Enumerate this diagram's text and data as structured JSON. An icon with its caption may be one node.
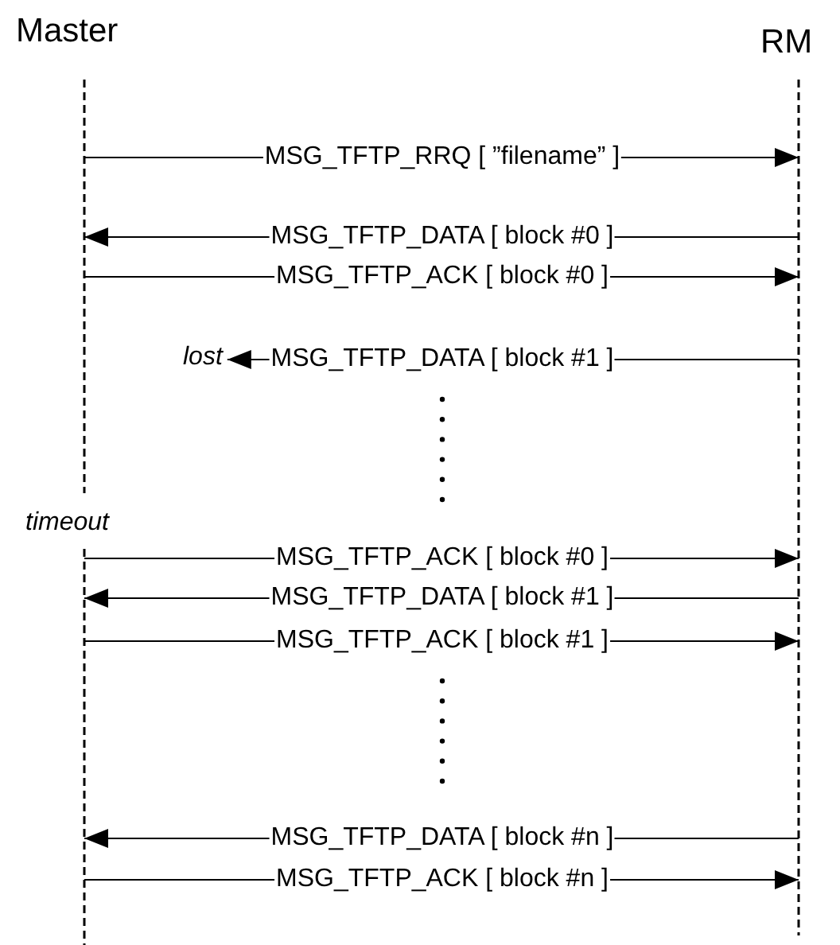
{
  "diagram": {
    "nodes": [
      {
        "text": [
          "Master"
        ]
      },
      {
        "text": [
          "RM"
        ]
      },
      {
        "text": [
          "lost"
        ]
      }
    ],
    "edges": [
      {
        "from": 0,
        "to": 1,
        "arrow": "to",
        "label": "MSG_TFTP_RRQ [ ”filename” ]"
      },
      {
        "from": 1,
        "to": 0,
        "arrow": "to",
        "label": "MSG_TFTP_DATA [ block #0 ]"
      },
      {
        "from": 0,
        "to": 1,
        "arrow": "to",
        "label": "MSG_TFTP_ACK [ block #0 ]"
      },
      {
        "from": 1,
        "to": 2,
        "arrow": "to",
        "label": "MSG_TFTP_DATA [ block #1 ]"
      },
      {
        "from": 0,
        "to": 1,
        "arrow": "to",
        "label": "MSG_TFTP_ACK [ block #0 ]"
      },
      {
        "from": 1,
        "to": 0,
        "arrow": "to",
        "label": "MSG_TFTP_DATA [ block #1 ]"
      },
      {
        "from": 0,
        "to": 1,
        "arrow": "to",
        "label": "MSG_TFTP_ACK [ block #1 ]"
      },
      {
        "from": 1,
        "to": 0,
        "arrow": "to",
        "label": "MSG_TFTP_DATA [ block #n ]"
      },
      {
        "from": 0,
        "to": 1,
        "arrow": "to",
        "label": "MSG_TFTP_ACK [ block #n ]"
      }
    ],
    "labels": [
      "timeout"
    ]
  }
}
